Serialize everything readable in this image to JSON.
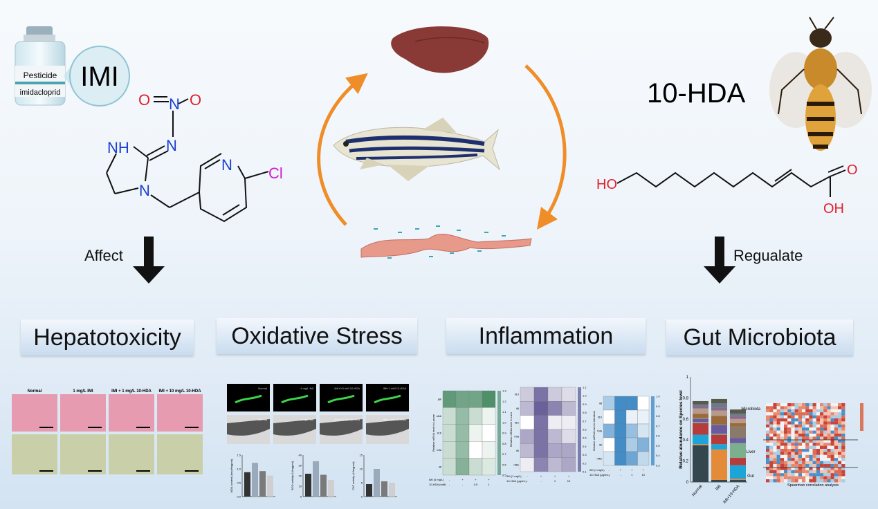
{
  "left": {
    "vial_label_top": "Pesticide",
    "vial_label_bottom": "imidacloprid",
    "bubble_text": "IMI",
    "atoms": {
      "o1": "O",
      "o2": "O",
      "n_nitro": "N",
      "n_imine": "N",
      "nh": "NH",
      "n_ring": "N",
      "n_pyr": "N",
      "cl": "Cl"
    },
    "arrow_label": "Affect"
  },
  "right": {
    "compound_title": "10-HDA",
    "atoms": {
      "ho": "HO",
      "o": "O",
      "oh": "OH"
    },
    "arrow_label": "Regualate"
  },
  "sections": [
    {
      "title": "Hepatotoxicity"
    },
    {
      "title": "Oxidative Stress"
    },
    {
      "title": "Inflammation"
    },
    {
      "title": "Gut Microbiota"
    }
  ],
  "histology": {
    "headers": [
      "Normal",
      "1 mg/L IMI",
      "IMI + 1 mg/L 10-HDA",
      "IMI + 10 mg/L 10-HDA"
    ]
  },
  "oxidative": {
    "fluor_labels": [
      "Normal",
      "4 mg/L IMI",
      "IMI+0.5 mM 10-HDA",
      "IMI+1 mM 10-HDA"
    ],
    "bar_charts": [
      {
        "ylabel": "MDA content (nmol/mgprot)",
        "values": [
          0.88,
          1.22,
          0.92,
          0.76
        ],
        "ymax": 1.5,
        "ticks": [
          "0.0",
          "0.5",
          "1.0",
          "1.5"
        ]
      },
      {
        "ylabel": "SOD activity (U/mgprot)",
        "values": [
          22,
          34,
          21,
          16
        ],
        "ymax": 40,
        "ticks": [
          "0",
          "10",
          "20",
          "30",
          "40"
        ]
      },
      {
        "ylabel": "CAT activity (U/mgprot)",
        "values": [
          4.5,
          10,
          5.5,
          5
        ],
        "ymax": 15,
        "ticks": [
          "0",
          "5",
          "10",
          "15"
        ]
      }
    ],
    "bar_colors": [
      "#333333",
      "#9aaabb",
      "#7a7a7a",
      "#cfcfcf"
    ]
  },
  "inflammation": {
    "heatmaps": [
      {
        "ylabel": "Relative mRNA level in Larvae",
        "rows": [
          "jak",
          "nfkb",
          "il1b",
          "tnfa",
          "il6"
        ],
        "color": "#4f8f6a",
        "values": [
          [
            0.9,
            0.8,
            0.8,
            1.0
          ],
          [
            0.3,
            0.6,
            0.3,
            0.1
          ],
          [
            0.3,
            0.6,
            0.1,
            0.0
          ],
          [
            0.3,
            0.6,
            0.0,
            0.1
          ],
          [
            0.3,
            0.7,
            0.3,
            0.2
          ]
        ],
        "legend": [
          "1.3",
          "1.2",
          "1.1",
          "1.0",
          "0.9",
          "0.8",
          "0.7",
          "0.6",
          "0.5"
        ],
        "xrow1": [
          "IMI (4 mg/L)",
          "-",
          "+",
          "+",
          "+"
        ],
        "xrow2": [
          "10-HDA (mM)",
          "-",
          "-",
          "0.5",
          "1"
        ]
      },
      {
        "ylabel": "Relative mRNA level in Liver",
        "rows": [
          "il10",
          "il8",
          "il1b",
          "tnfa",
          "il6",
          "nfkb"
        ],
        "color": "#5a4f8f",
        "values": [
          [
            0.3,
            0.8,
            0.3,
            0.2
          ],
          [
            0.4,
            0.9,
            0.7,
            0.4
          ],
          [
            0.0,
            0.8,
            0.1,
            0.1
          ],
          [
            0.5,
            0.8,
            0.4,
            0.2
          ],
          [
            0.4,
            0.8,
            0.5,
            0.5
          ],
          [
            0.1,
            0.7,
            0.4,
            0.5
          ]
        ],
        "legend": [
          "1.1",
          "1.0",
          "0.9",
          "0.8",
          "0.7",
          "0.6",
          "0.5",
          "0.4",
          "0.3",
          "0.2",
          "0.1"
        ],
        "xrow1": [
          "IMI (1 mg/L)",
          "-",
          "+",
          "+",
          "+"
        ],
        "xrow2": [
          "10-HDA (μg/mL)",
          "-",
          "-",
          "1",
          "10"
        ]
      },
      {
        "ylabel": "Relative mRNA level in intestinal",
        "rows": [
          "il8",
          "il10",
          "tnfa",
          "il6",
          "nfkb"
        ],
        "color": "#2e7fc0",
        "values": [
          [
            0.4,
            0.9,
            0.9,
            0.0
          ],
          [
            0.0,
            0.9,
            0.1,
            0.1
          ],
          [
            0.6,
            0.9,
            0.5,
            0.2
          ],
          [
            0.0,
            0.9,
            0.4,
            0.6
          ],
          [
            0.2,
            0.9,
            0.7,
            0.3
          ]
        ],
        "legend": [
          "1.0",
          "0.9",
          "0.8",
          "0.7",
          "0.6",
          "0.5",
          "0.4",
          "0.3"
        ],
        "xrow1": [
          "IMI (1 mg/L)",
          "-",
          "+",
          "+",
          "+"
        ],
        "xrow2": [
          "10-HDA (μg/mL)",
          "-",
          "-",
          "1",
          "10"
        ]
      }
    ]
  },
  "microbiota": {
    "ylabel": "Relative abundance on Species level",
    "yticks": [
      "0",
      "0.2",
      "0.4",
      "0.6",
      "0.8",
      "1"
    ],
    "categories": [
      "Normal",
      "IMI",
      "IMI+10-HDA"
    ],
    "stack_colors": [
      "#34474f",
      "#e48b3a",
      "#1ea5d8",
      "#b63b3b",
      "#7daf8e",
      "#6a5a9e",
      "#8a7a6a",
      "#9a6a3a",
      "#b89a8a",
      "#8a6a8a",
      "#6a7a8a",
      "#5a5a4a"
    ],
    "stacks": [
      [
        0.35,
        0.01,
        0.09,
        0.11,
        0.01,
        0.03,
        0.01,
        0.04,
        0.05,
        0.02,
        0.02,
        0.03
      ],
      [
        0.02,
        0.29,
        0.05,
        0.09,
        0.01,
        0.08,
        0.01,
        0.08,
        0.05,
        0.03,
        0.04,
        0.04
      ],
      [
        0.02,
        0.01,
        0.13,
        0.07,
        0.14,
        0.05,
        0.11,
        0.03,
        0.04,
        0.03,
        0.02,
        0.04
      ]
    ],
    "corr_title": "Spearman correlation analysis",
    "corr_groups": [
      "Microbiota",
      "Liver",
      "Gut"
    ]
  }
}
